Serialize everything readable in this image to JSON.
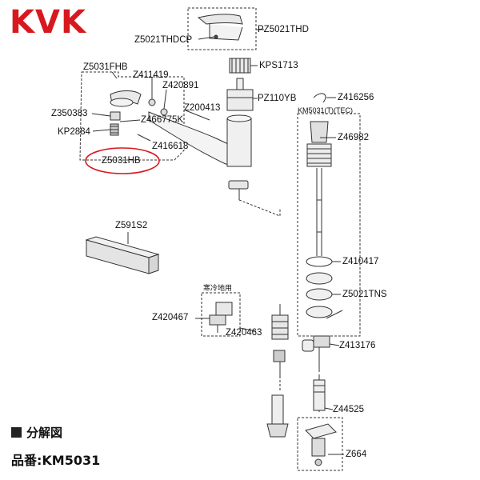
{
  "brand": {
    "name": "KVK",
    "color": "#d7191f"
  },
  "highlight_color": "#d7191f",
  "title": {
    "section": "分解図",
    "model": "品番:KM5031"
  },
  "labels": {
    "pz5021thd": "PZ5021THD",
    "z5021thdcp": "Z5021THDCP",
    "kps1713": "KPS1713",
    "z5031fhb": "Z5031FHB",
    "z411419": "Z411419",
    "z420891": "Z420891",
    "pz110yb": "PZ110YB",
    "z416256": "Z416256",
    "z350383": "Z350383",
    "z200413": "Z200413",
    "km5031": "KM5031(T)(TEC)",
    "z466775k": "Z466775K",
    "kp2884": "KP2884",
    "z46982": "Z46982",
    "z416618": "Z416618",
    "z5031hb": "Z5031HB",
    "z591s2": "Z591S2",
    "z410417": "Z410417",
    "cold": "寒冷地用",
    "z5021tns": "Z5021TNS",
    "z420467": "Z420467",
    "z420463": "Z420463",
    "z413176": "Z413176",
    "z44525": "Z44525",
    "z664": "Z664"
  }
}
